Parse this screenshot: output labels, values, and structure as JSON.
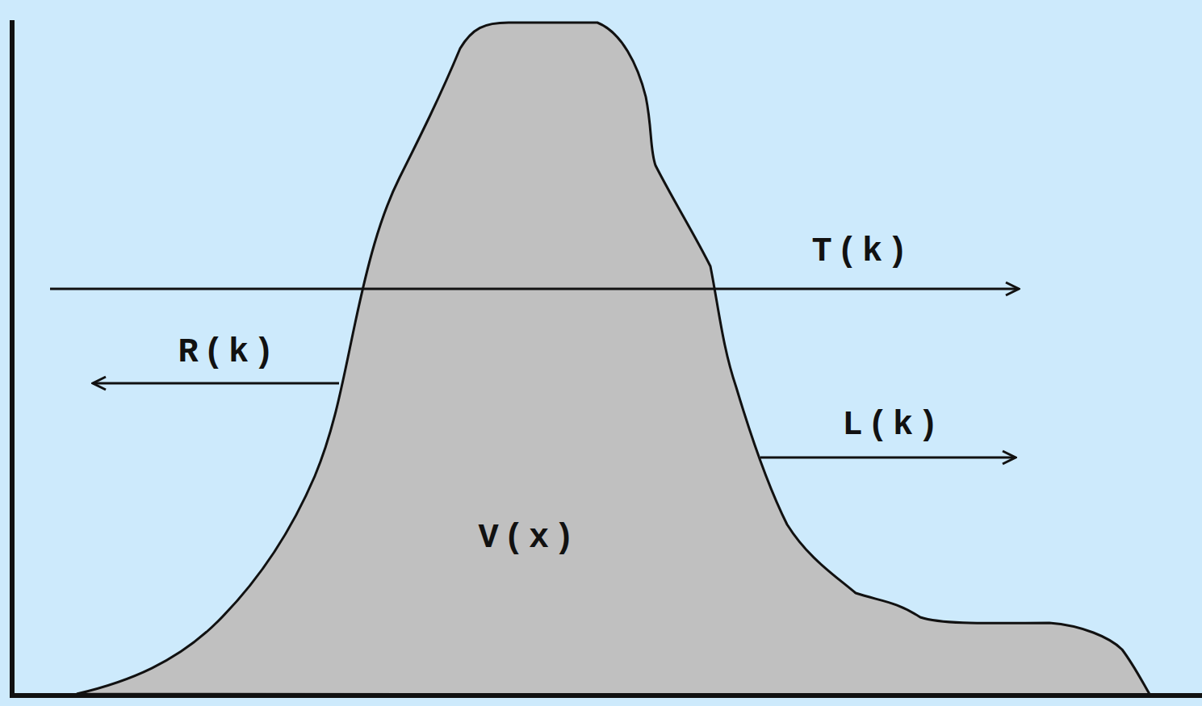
{
  "diagram": {
    "labels": [
      "T(k)",
      "R(k)",
      "L(k)",
      "V(x)"
    ]
  }
}
